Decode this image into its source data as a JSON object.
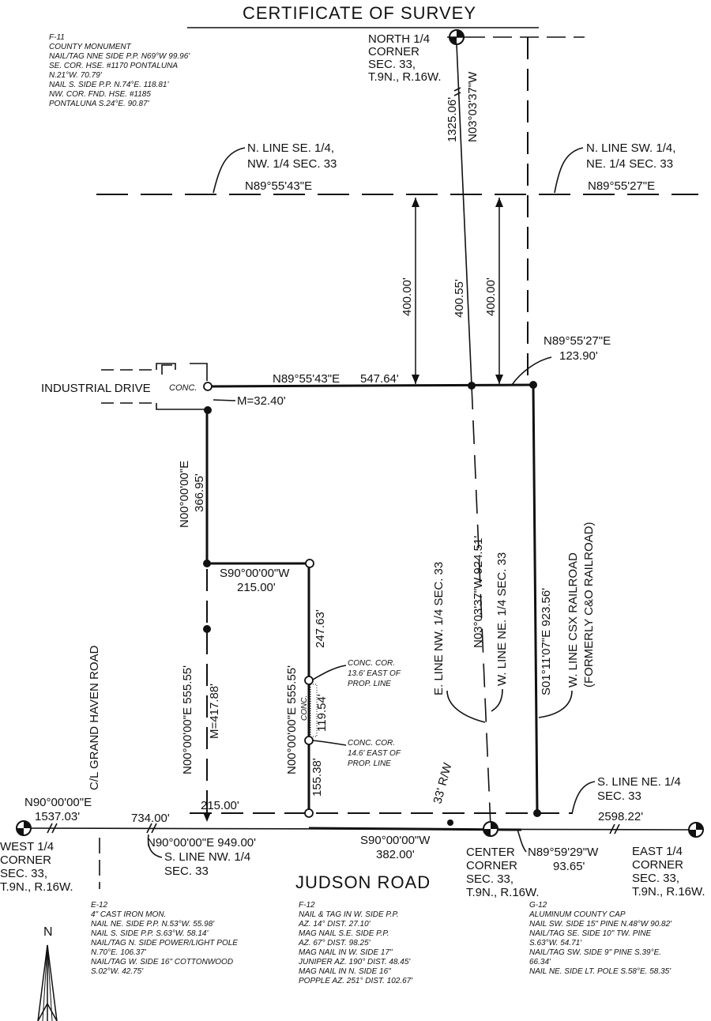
{
  "title": "CERTIFICATE OF SURVEY",
  "notes": {
    "f11": [
      "F-11",
      "COUNTY MONUMENT",
      "NAIL/TAG NNE SIDE P.P. N69°W 99.96'",
      "SE. COR. HSE. #1170 PONTALUNA",
      "N.21°W. 70.79'",
      "NAIL S. SIDE P.P. N.74°E. 118.81'",
      "NW. COR. FND. HSE. #1185",
      "PONTALUNA S.24°E. 90.87'"
    ],
    "e12": [
      "E-12",
      "4\" CAST IRON MON.",
      "NAIL NE. SIDE P.P. N.53°W. 55.98'",
      "NAIL S. SIDE P.P. S.63°W. 58.14'",
      "NAIL/TAG N. SIDE POWER/LIGHT POLE",
      "N.70°E. 106.37'",
      "NAIL/TAG W. SIDE 16\" COTTONWOOD",
      "S.02°W. 42.75'"
    ],
    "f12": [
      "F-12",
      "NAIL & TAG IN W. SIDE P.P.",
      "AZ. 14° DIST. 27.10'",
      "MAG NAIL S.E. SIDE P.P.",
      "AZ. 67° DIST. 98.25'",
      "MAG NAIL IN W. SIDE 17\"",
      "JUNIPER AZ. 190° DIST. 48.45'",
      "MAG NAIL IN N. SIDE 16\"",
      "POPPLE AZ. 251° DIST. 102.67'"
    ],
    "g12": [
      "G-12",
      "ALUMINUM COUNTY CAP",
      "NAIL SW. SIDE 15\" PINE N.48°W 90.82'",
      "NAIL/TAG SE. SIDE 10\" TW. PINE",
      "S.63°W. 54.71'",
      "NAIL/TAG SW. SIDE 9\" PINE S.39°E.",
      "66.34'",
      "NAIL NE. SIDE LT. POLE S.58°E. 58.35'"
    ]
  },
  "corners": {
    "north": [
      "NORTH 1/4",
      "CORNER",
      "SEC. 33,",
      "T.9N., R.16W."
    ],
    "west": [
      "WEST 1/4",
      "CORNER",
      "SEC. 33,",
      "T.9N., R.16W."
    ],
    "center": [
      "CENTER",
      "CORNER",
      "SEC. 33,",
      "T.9N., R.16W."
    ],
    "east": [
      "EAST 1/4",
      "CORNER",
      "SEC. 33,",
      "T.9N., R.16W."
    ]
  },
  "lines": {
    "n_line_se": [
      "N. LINE SE. 1/4,",
      "NW. 1/4 SEC. 33"
    ],
    "n_line_sw": [
      "N. LINE SW. 1/4,",
      "NE. 1/4 SEC. 33"
    ],
    "s_line_nw": [
      "S. LINE NW. 1/4",
      "SEC. 33"
    ],
    "s_line_ne": [
      "S. LINE NE. 1/4",
      "SEC. 33"
    ],
    "e_line_nw": "E. LINE NW. 1/4 SEC. 33",
    "w_line_ne": "W. LINE NE. 1/4 SEC. 33",
    "csx": [
      "W. LINE CSX RAILROAD",
      "(FORMERLY C&O RAILROAD)"
    ]
  },
  "labels": {
    "industrial_drive": "INDUSTRIAL DRIVE",
    "conc": "CONC.",
    "conc_vertical": "CONC.",
    "grand_haven": "C/L GRAND HAVEN ROAD",
    "judson_road": "JUDSON ROAD",
    "row_33": "33' R/W",
    "conc_cor_1": [
      "CONC. COR.",
      "13.6' EAST OF",
      "PROP. LINE"
    ],
    "conc_cor_2": [
      "CONC. COR.",
      "14.6' EAST OF",
      "PROP. LINE"
    ],
    "north_arrow": "N"
  },
  "dims": {
    "d1325": "1325.06'",
    "b_n03_top": "N03°03'37\"W",
    "b_n89_43_top": "N89°55'43\"E",
    "b_n89_27_top": "N89°55'27\"E",
    "d400_left": "400.00'",
    "d400_55": "400.55'",
    "d400_right": "400.00'",
    "b_n89_27_mid": "N89°55'27\"E",
    "d123_90": "123.90'",
    "b_n89_43_mid": "N89°55'43\"E",
    "d547_64": "547.64'",
    "m32_40": "M=32.40'",
    "b_n00_left": "N00°00'00\"E",
    "d366_95": "366.95'",
    "b_s90_mid": "S90°00'00\"W",
    "d215_mid": "215.00'",
    "d247_63": "247.63'",
    "d119_54": "119.54'",
    "d155_38": "155.38'",
    "b_n00_555_left": "N00°00'00\"E  555.55'",
    "m417_88": "M=417.88'",
    "b_n00_555_right": "N00°00'00\"E  555.55'",
    "b_n03_mid": "N03°03'37\"W  924.51'",
    "b_s01": "S01°11'07\"E  923.56'",
    "b_n90_left": "N90°00'00\"E",
    "d1537_03": "1537.03'",
    "d734_00": "734.00'",
    "d215_bot": "215.00'",
    "b_n90_949": "N90°00'00\"E  949.00'",
    "b_s90_bot": "S90°00'00\"W",
    "d382_00": "382.00'",
    "b_n89_59": "N89°59'29\"W",
    "d93_65": "93.65'",
    "d2598_22": "2598.22'"
  }
}
